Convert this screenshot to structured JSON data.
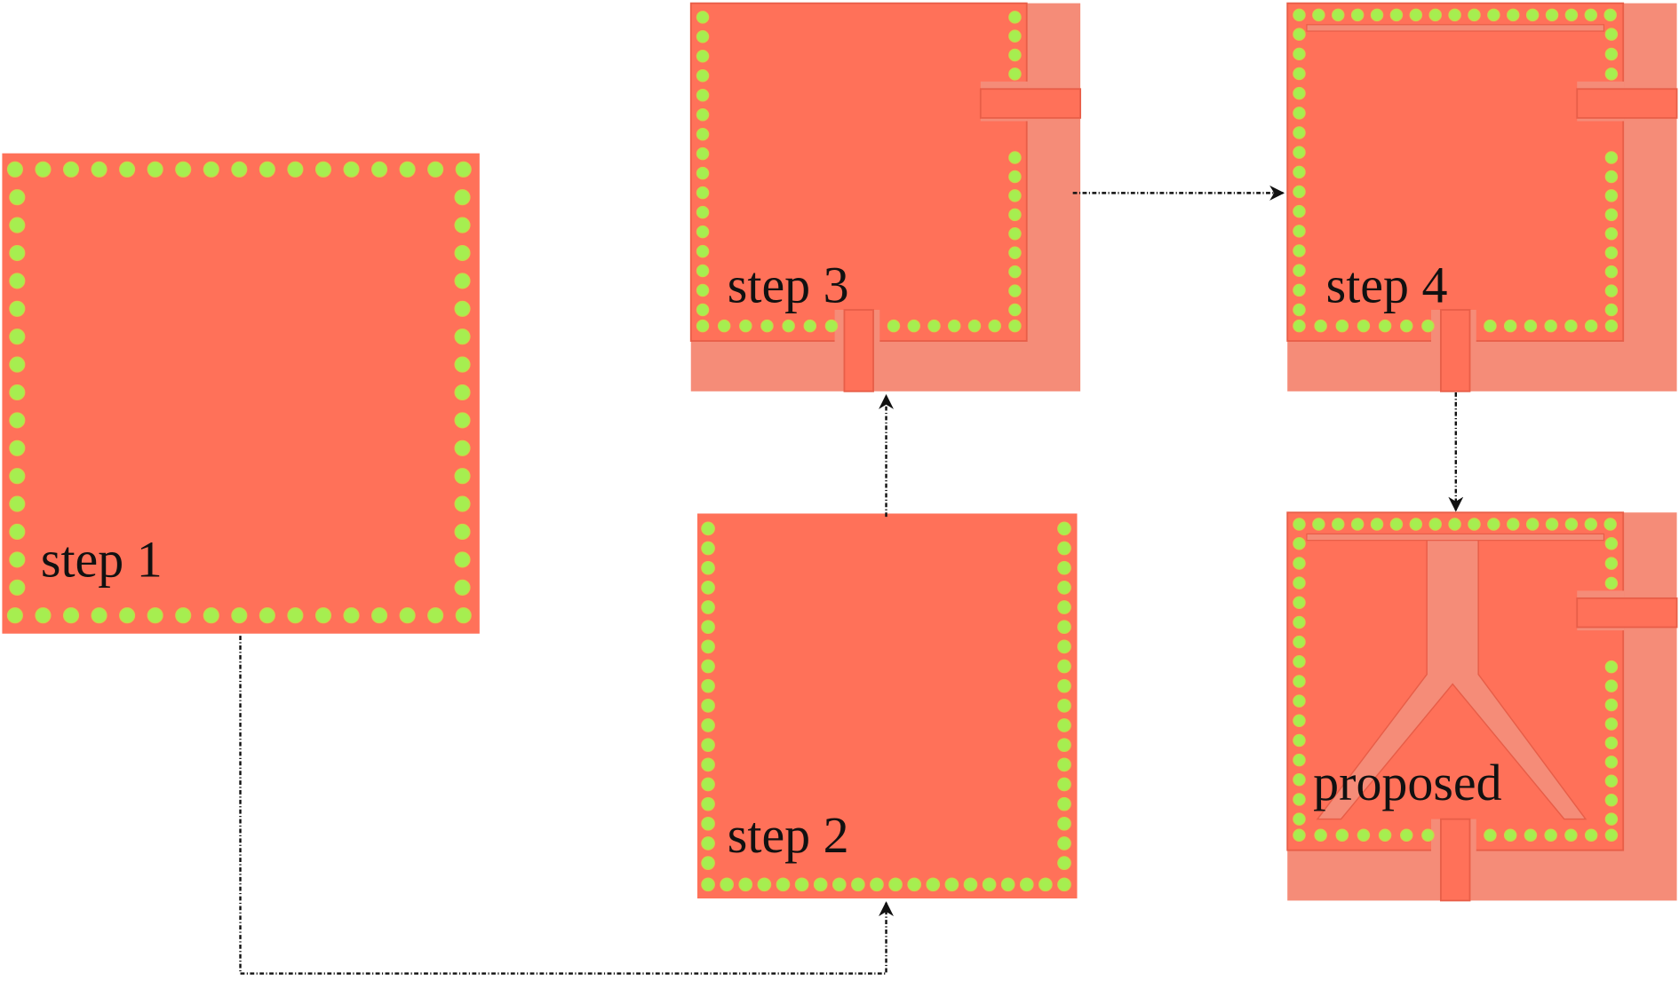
{
  "labels": {
    "step1": "step 1",
    "step2": "step 2",
    "step3": "step 3",
    "step4": "step 4",
    "proposed": "proposed"
  },
  "colors": {
    "patch": "#FF7159",
    "substrate": "#F58C78",
    "via": "#A6EE50",
    "edge": "#E85E48",
    "arrow": "#111111"
  }
}
